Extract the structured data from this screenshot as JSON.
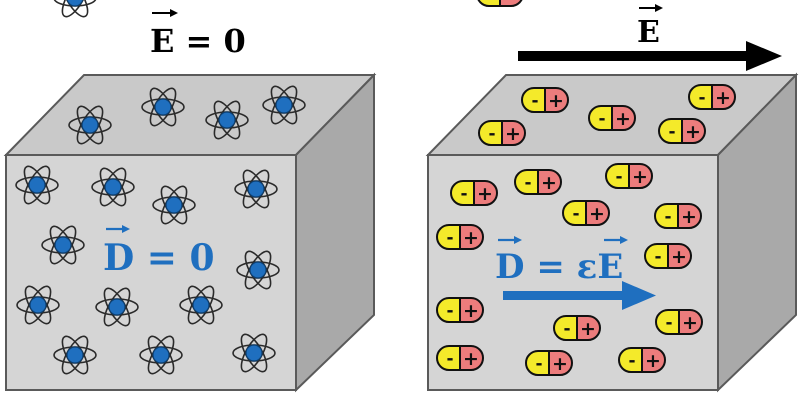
{
  "left_panel": {
    "top_label": "E = 0",
    "inner_label": "D = 0",
    "state": "unpolarized atoms"
  },
  "right_panel": {
    "top_label": "E",
    "inner_label": "D = εE",
    "state": "polarized dipoles"
  },
  "dipole_signs": {
    "negative": "-",
    "positive": "+"
  },
  "icons": {
    "atom": "atom-icon",
    "dipole": "dipole-capsule-icon",
    "field_arrow": "arrow-right-icon"
  },
  "colors": {
    "cube_front": "#d5d5d5",
    "cube_top": "#c9c9c9",
    "cube_side": "#a9a9a9",
    "cube_edge": "#5a5a5a",
    "nucleus": "#1f6fbf",
    "orbit": "#2a2a2a",
    "dipole_negative": "#f4ea2a",
    "dipole_positive": "#ec7c7c",
    "inner_label": "#1f6fbf",
    "external_field": "#000000"
  }
}
